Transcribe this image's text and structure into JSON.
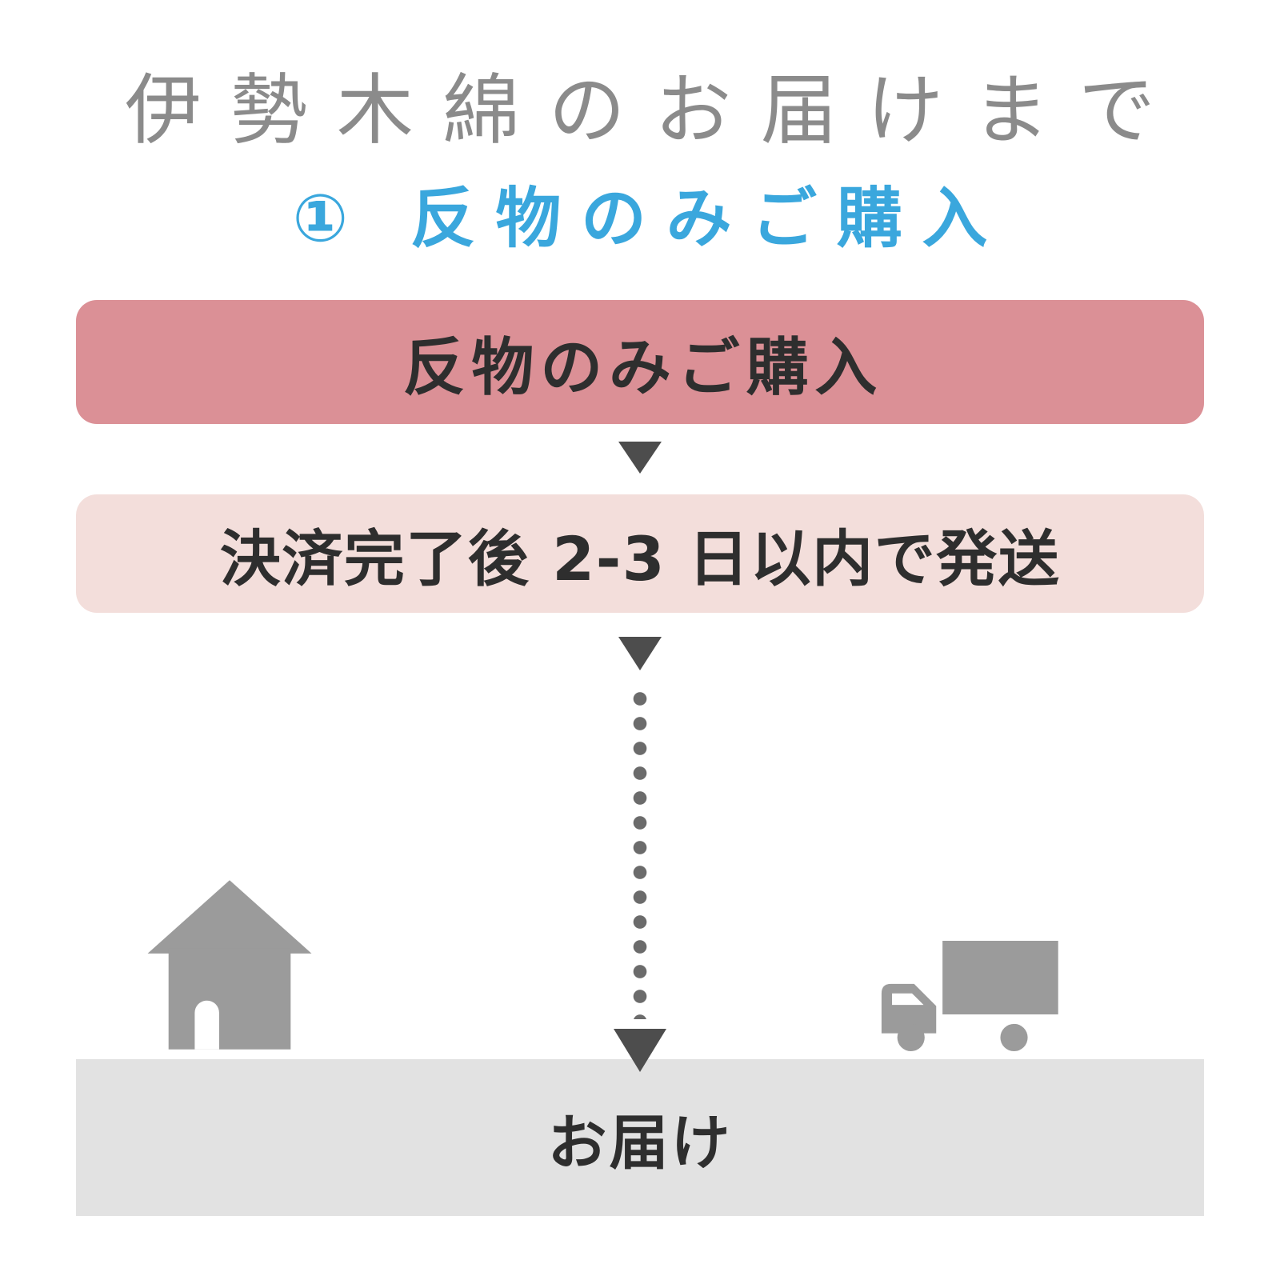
{
  "title": "伊勢木綿のお届けまで",
  "subtitle": "① 反物のみご購入",
  "steps": {
    "purchase": "反物のみご購入",
    "shipping": "決済完了後 2-3 日以内で発送",
    "delivery": "お届け"
  },
  "icons": {
    "house": "house-icon",
    "truck": "truck-icon",
    "arrow_down": "arrow-down-icon",
    "dotted_line": "dotted-line"
  },
  "colors": {
    "title-gray": "#8b8b8b",
    "accent-blue": "#3aa7dd",
    "step-purchase-bg": "#db9096",
    "step-shipping-bg": "#f3dedb",
    "step-delivery-bg": "#e2e2e2",
    "arrow-gray": "#4d4d4d",
    "dot-gray": "#6b6b6b",
    "icon-gray": "#9b9b9b"
  }
}
